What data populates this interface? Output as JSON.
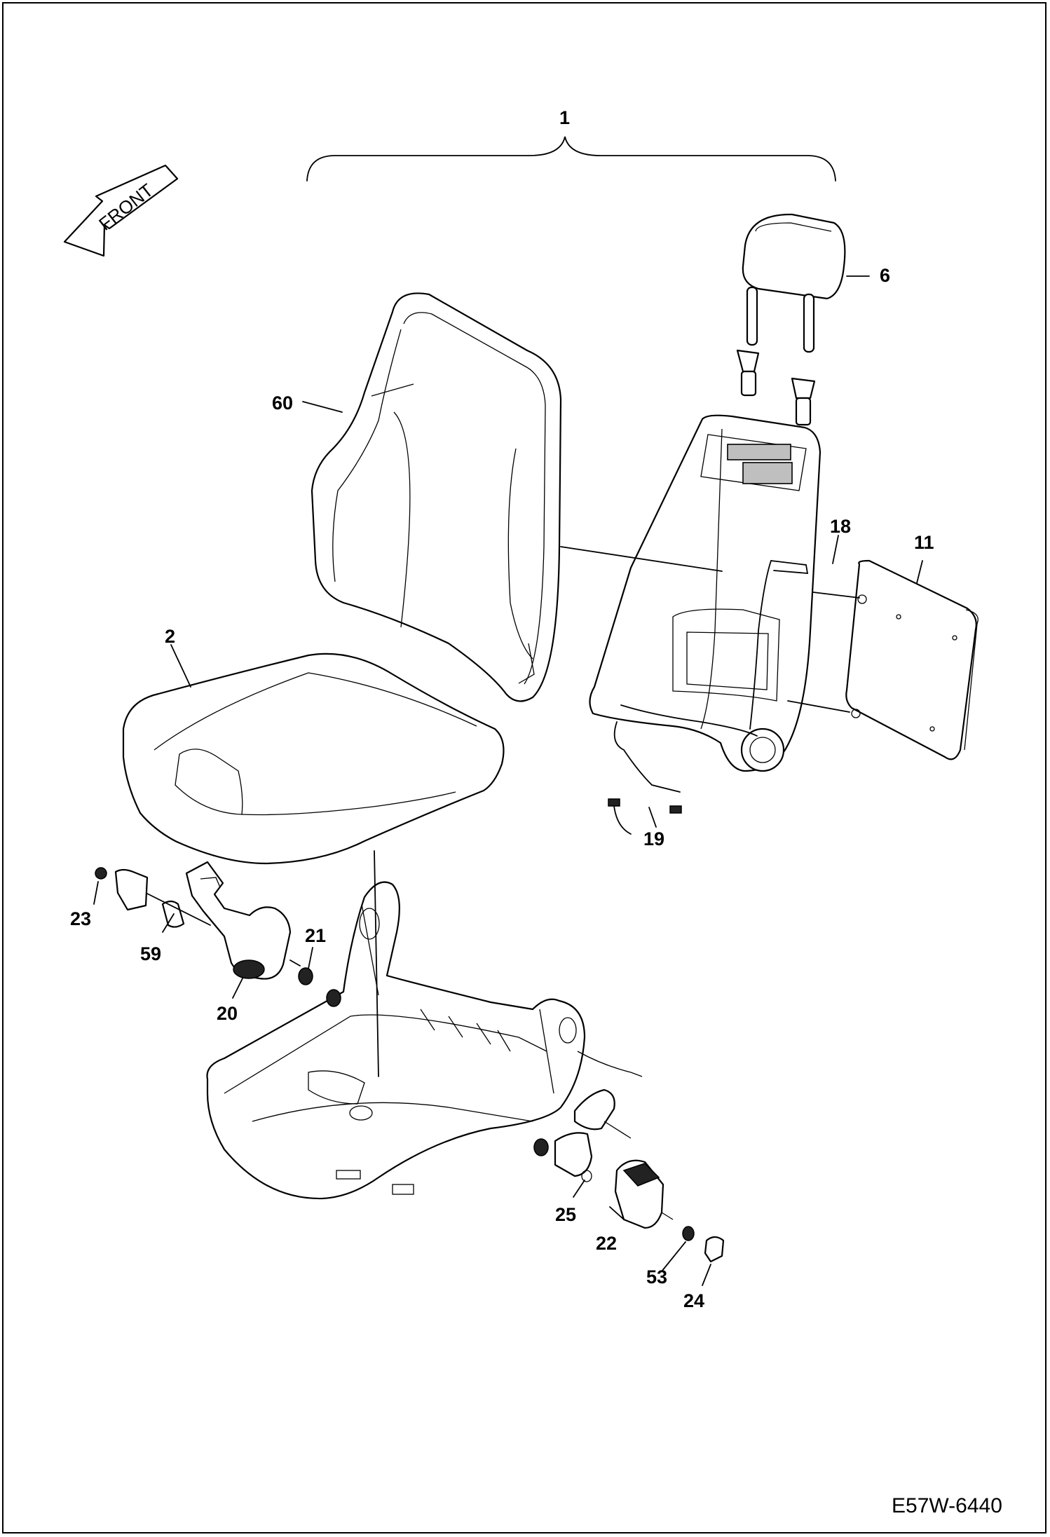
{
  "diagram": {
    "front_arrow_label": "FRONT",
    "drawing_code": "E57W-6440",
    "callouts": [
      {
        "id": "c1",
        "text": "1"
      },
      {
        "id": "c6",
        "text": "6"
      },
      {
        "id": "c60",
        "text": "60"
      },
      {
        "id": "c18",
        "text": "18"
      },
      {
        "id": "c11",
        "text": "11"
      },
      {
        "id": "c2",
        "text": "2"
      },
      {
        "id": "c19",
        "text": "19"
      },
      {
        "id": "c23",
        "text": "23"
      },
      {
        "id": "c59",
        "text": "59"
      },
      {
        "id": "c21",
        "text": "21"
      },
      {
        "id": "c20",
        "text": "20"
      },
      {
        "id": "c25",
        "text": "25"
      },
      {
        "id": "c22",
        "text": "22"
      },
      {
        "id": "c53",
        "text": "53"
      },
      {
        "id": "c24",
        "text": "24"
      }
    ]
  }
}
